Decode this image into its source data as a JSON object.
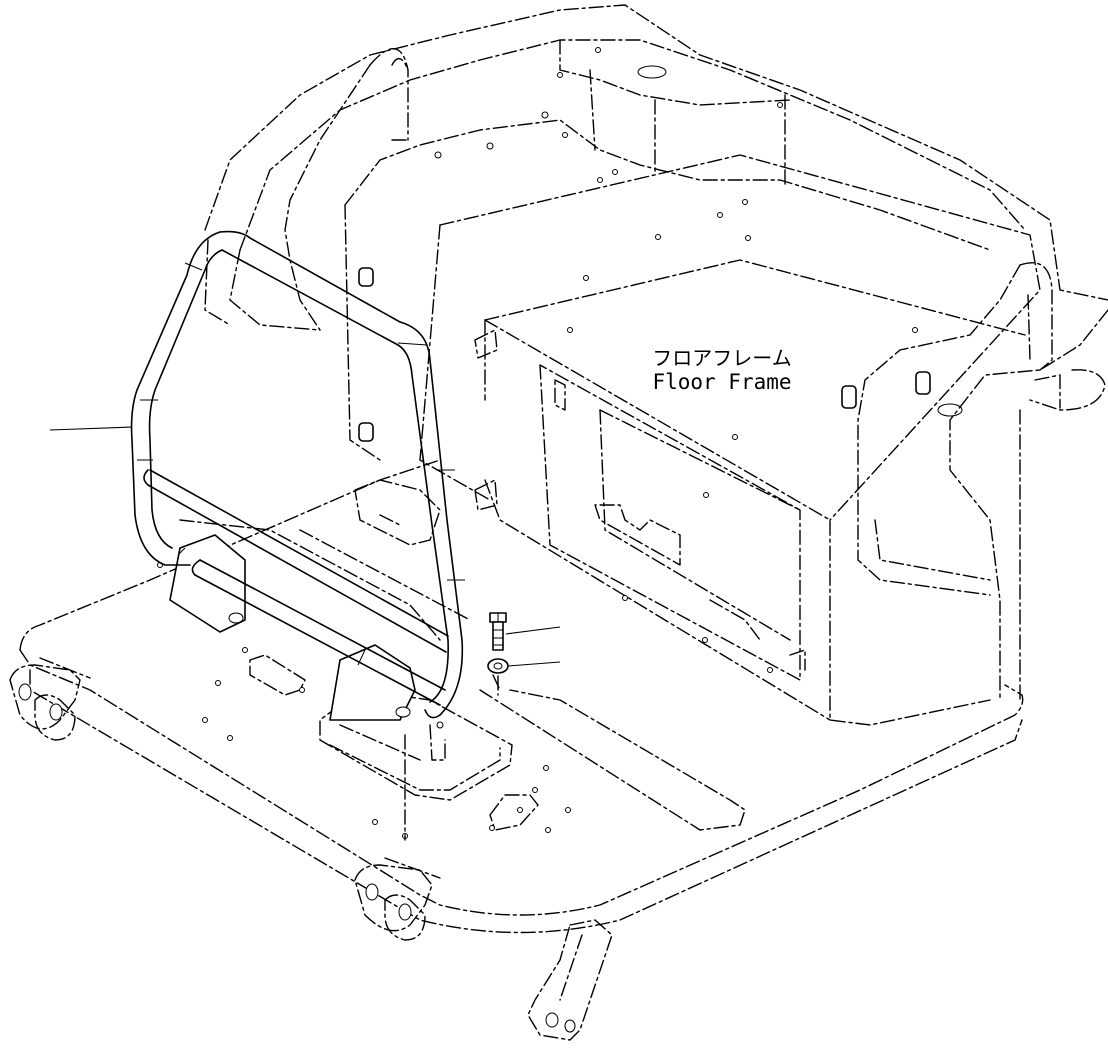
{
  "label": {
    "name_ja": "フロアフレーム",
    "name_en": "Floor Frame"
  },
  "colors": {
    "line": "#000000",
    "background": "#ffffff"
  },
  "parts": [
    "handrail",
    "bolt",
    "washer",
    "floor-frame",
    "cab-frame",
    "right-handrail"
  ]
}
